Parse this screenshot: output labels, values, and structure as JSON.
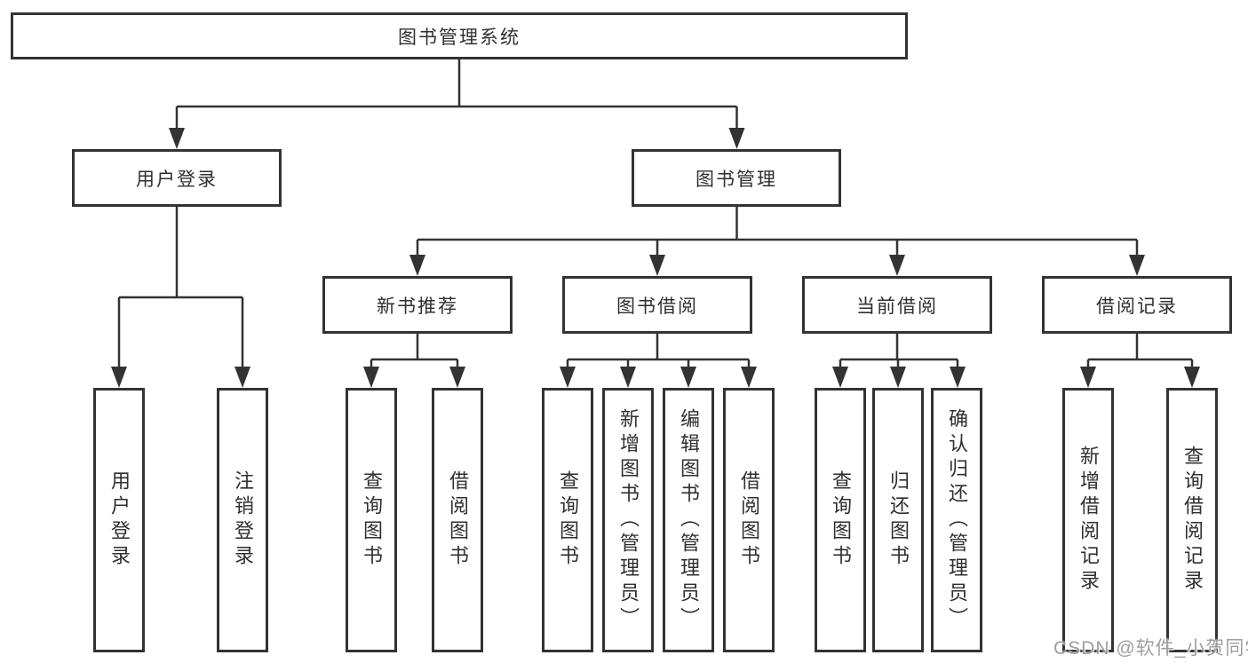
{
  "diagram": {
    "type": "tree",
    "title": "图书管理系统",
    "level2": [
      {
        "label": "用户登录"
      },
      {
        "label": "图书管理"
      }
    ],
    "level3": [
      {
        "label": "新书推荐",
        "parent": "图书管理"
      },
      {
        "label": "图书借阅",
        "parent": "图书管理"
      },
      {
        "label": "当前借阅",
        "parent": "图书管理"
      },
      {
        "label": "借阅记录",
        "parent": "图书管理"
      }
    ],
    "leaves": [
      {
        "label": "用户登录",
        "parent": "用户登录"
      },
      {
        "label": "注销登录",
        "parent": "用户登录"
      },
      {
        "label": "查询图书",
        "parent": "新书推荐"
      },
      {
        "label": "借阅图书",
        "parent": "新书推荐"
      },
      {
        "label": "查询图书",
        "parent": "图书借阅"
      },
      {
        "label": "新增图书（管理员）",
        "parent": "图书借阅"
      },
      {
        "label": "编辑图书（管理员）",
        "parent": "图书借阅"
      },
      {
        "label": "借阅图书",
        "parent": "图书借阅"
      },
      {
        "label": "查询图书",
        "parent": "当前借阅"
      },
      {
        "label": "归还图书",
        "parent": "当前借阅"
      },
      {
        "label": "确认归还（管理员）",
        "parent": "当前借阅"
      },
      {
        "label": "新增借阅记录",
        "parent": "借阅记录"
      },
      {
        "label": "查询借阅记录",
        "parent": "借阅记录"
      }
    ]
  },
  "watermark": "CSDN @软件_小贺同学",
  "colors": {
    "line": "#333333",
    "box_border": "#333333",
    "text": "#2f2f2f",
    "watermark": "#9e9e9e",
    "background": "#ffffff"
  }
}
